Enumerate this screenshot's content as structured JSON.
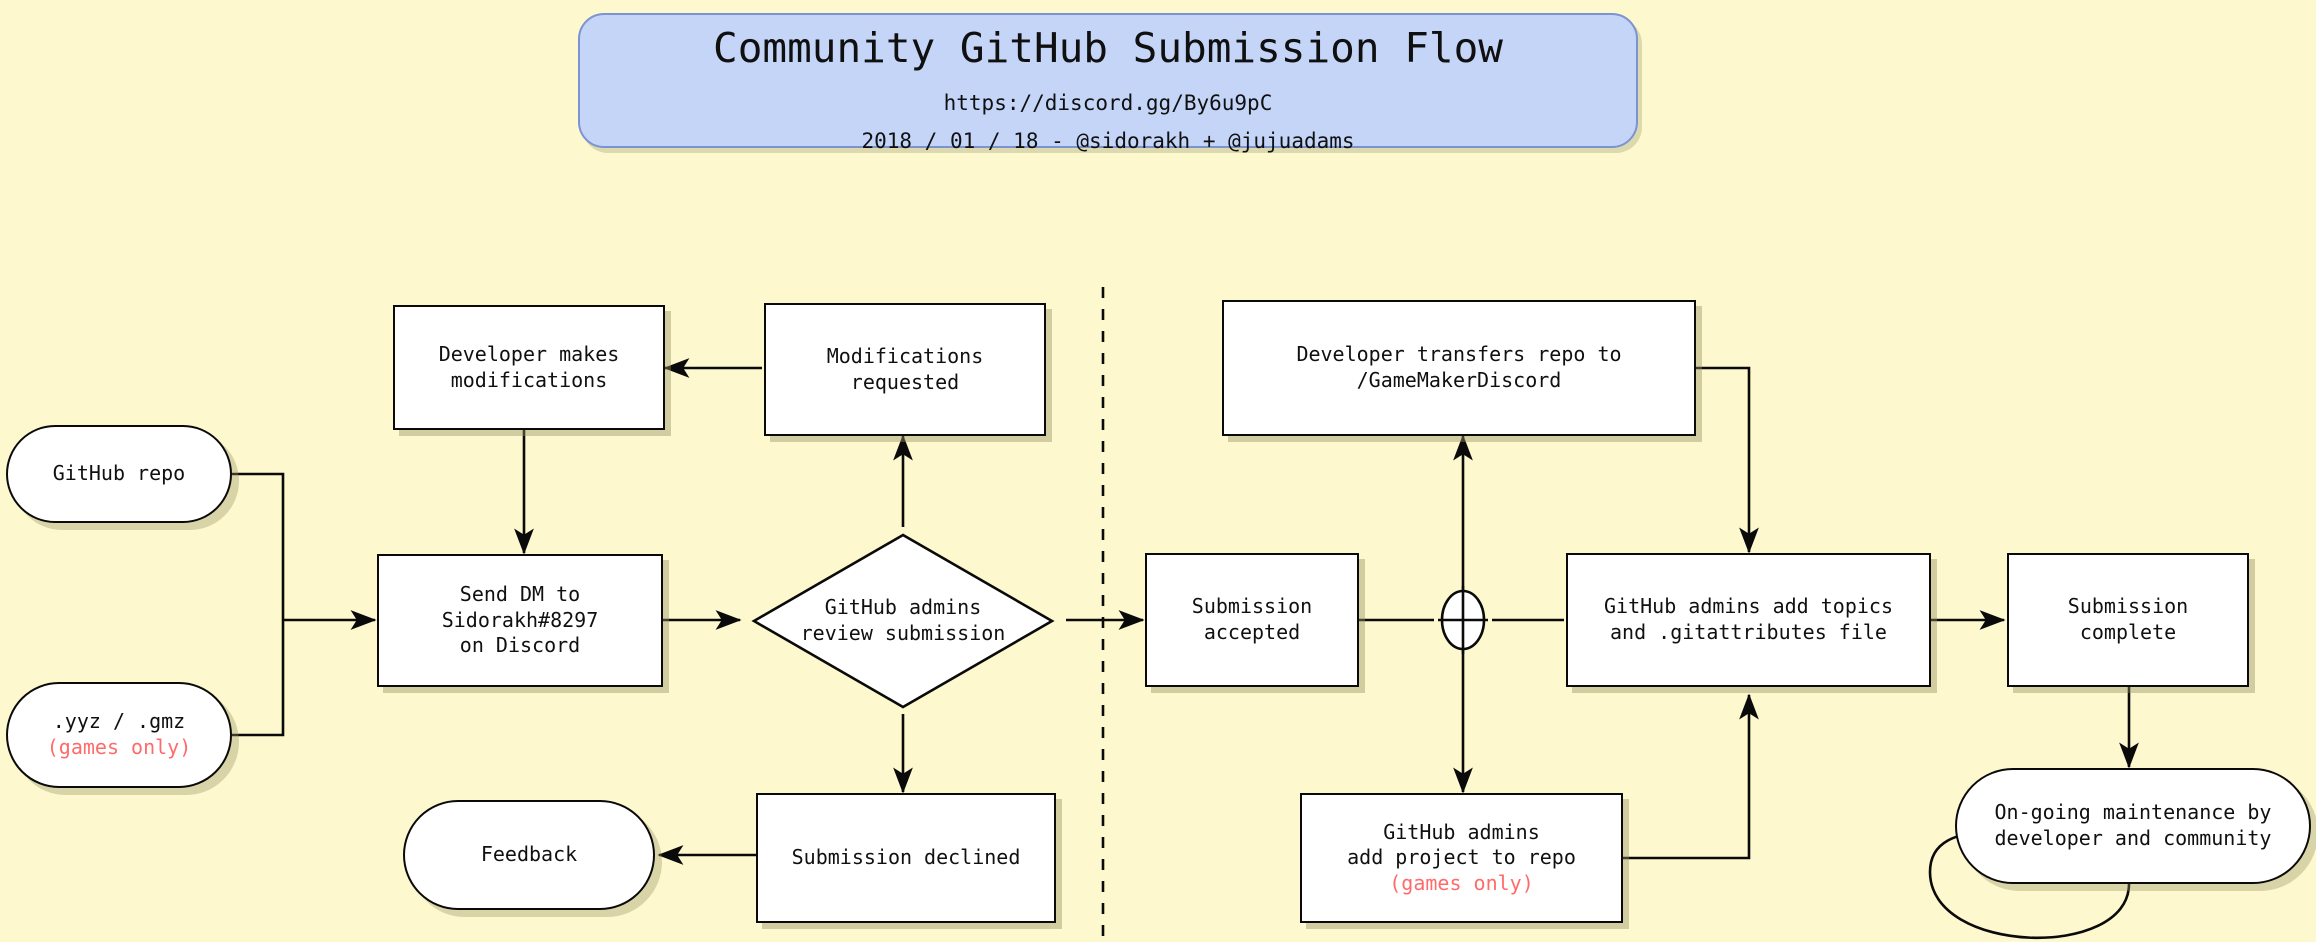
{
  "background_color": "#fdf8cd",
  "title_banner": {
    "fill_color": "#c5d5f8",
    "title": "Community GitHub Submission Flow",
    "invite_url": "https://discord.gg/By6u9pC",
    "credits": "2018 / 01 / 18 - @sidorakh + @jujuadams"
  },
  "accent_red": "#ff6b6b",
  "nodes": {
    "github_repo": {
      "label": "GitHub repo",
      "shape": "stadium"
    },
    "file_types": {
      "label": ".yyz / .gmz",
      "note": "(games only)",
      "shape": "stadium"
    },
    "developer_modifications": {
      "label": "Developer makes\nmodifications",
      "shape": "rect"
    },
    "modifications_requested": {
      "label": "Modifications\nrequested",
      "shape": "rect"
    },
    "send_dm": {
      "label": "Send DM to\nSidorakh#8297\non Discord",
      "shape": "rect"
    },
    "review": {
      "label": "GitHub admins\nreview submission",
      "shape": "diamond"
    },
    "declined": {
      "label": "Submission declined",
      "shape": "rect"
    },
    "feedback": {
      "label": "Feedback",
      "shape": "stadium"
    },
    "transfer_repo": {
      "label": "Developer transfers repo to\n/GameMakerDiscord",
      "shape": "rect"
    },
    "accepted": {
      "label": "Submission\naccepted",
      "shape": "rect"
    },
    "junction": {
      "label": "",
      "shape": "circle-cross"
    },
    "add_topics": {
      "label": "GitHub admins add topics\nand .gitattributes file",
      "shape": "rect"
    },
    "add_project": {
      "label": "GitHub admins\nadd project to repo",
      "note": "(games only)",
      "shape": "rect"
    },
    "complete": {
      "label": "Submission\ncomplete",
      "shape": "rect"
    },
    "maintenance": {
      "label": "On-going maintenance by\ndeveloper and community",
      "shape": "stadium"
    }
  },
  "divider": {
    "style": "dashed-vertical"
  }
}
